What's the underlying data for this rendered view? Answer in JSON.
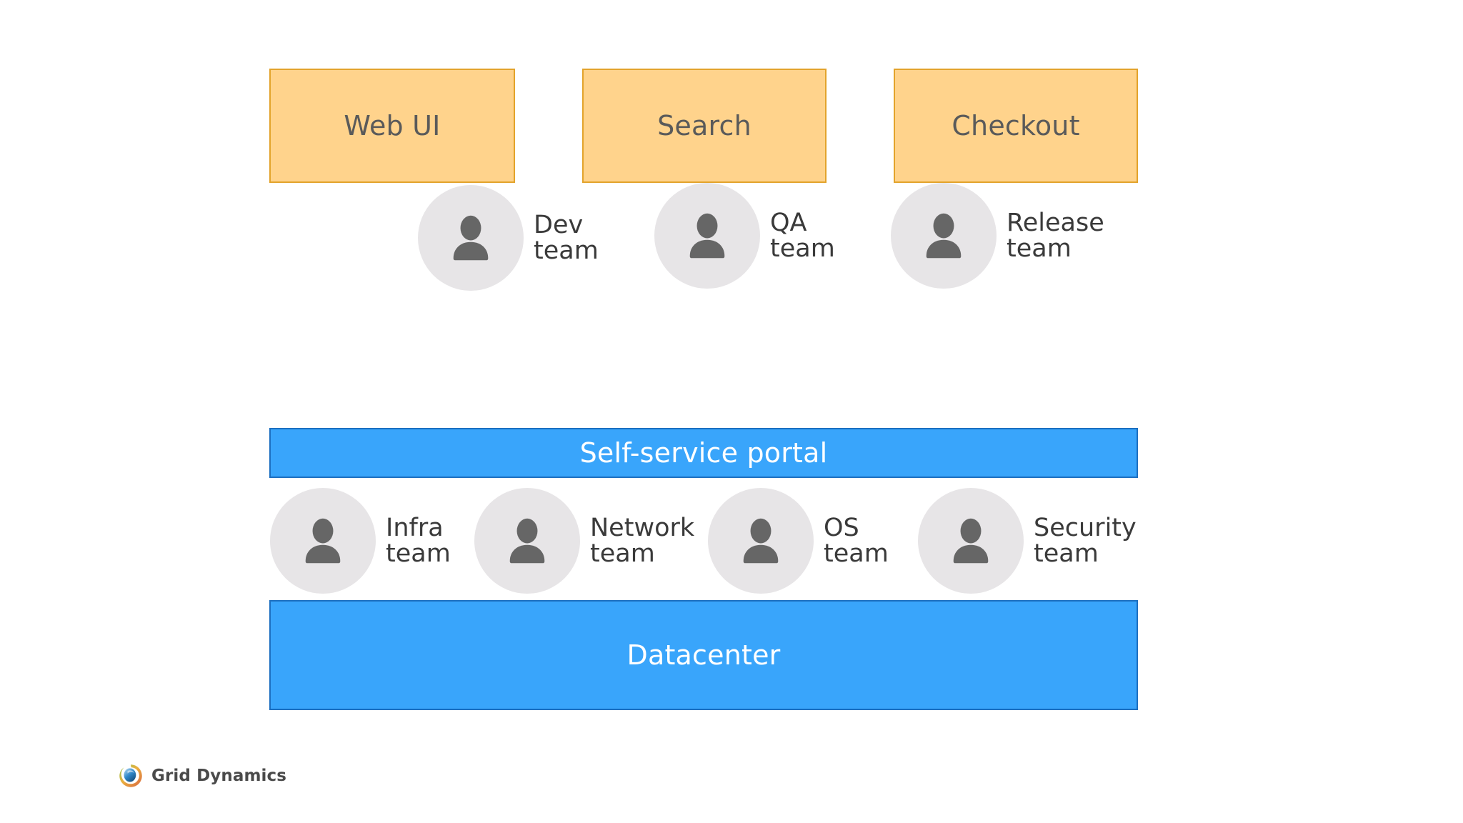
{
  "slide": {
    "background_color": "#FFFFFF",
    "title": "",
    "palette": {
      "app_fill": "#FFD38C",
      "app_border": "#E3A32B",
      "app_text": "#5A5A5A",
      "infra_fill": "#39A5FB",
      "infra_border": "#1C6FC0",
      "infra_text": "#FFFFFF",
      "avatar_circle": "#E7E5E7",
      "avatar_person": "#666666",
      "label_text": "#3A3A3A"
    }
  },
  "application_layer": {
    "boxes": [
      {
        "label": "Web UI"
      },
      {
        "label": "Search"
      },
      {
        "label": "Checkout"
      }
    ]
  },
  "application_teams": [
    {
      "name": "Dev\nteam",
      "icon": "person-avatar-icon"
    },
    {
      "name": "QA\nteam",
      "icon": "person-avatar-icon"
    },
    {
      "name": "Release\nteam",
      "icon": "person-avatar-icon"
    }
  ],
  "infrastructure_layer": {
    "portal": {
      "label": "Self-service portal"
    },
    "datacenter": {
      "label": "Datacenter"
    }
  },
  "infrastructure_teams": [
    {
      "name": "Infra\nteam",
      "icon": "person-avatar-icon"
    },
    {
      "name": "Network\nteam",
      "icon": "person-avatar-icon"
    },
    {
      "name": "OS\nteam",
      "icon": "person-avatar-icon"
    },
    {
      "name": "Security\nteam",
      "icon": "person-avatar-icon"
    }
  ],
  "footer": {
    "logo_text": "Grid Dynamics",
    "logo_icon": "grid-dynamics-logo-icon"
  }
}
